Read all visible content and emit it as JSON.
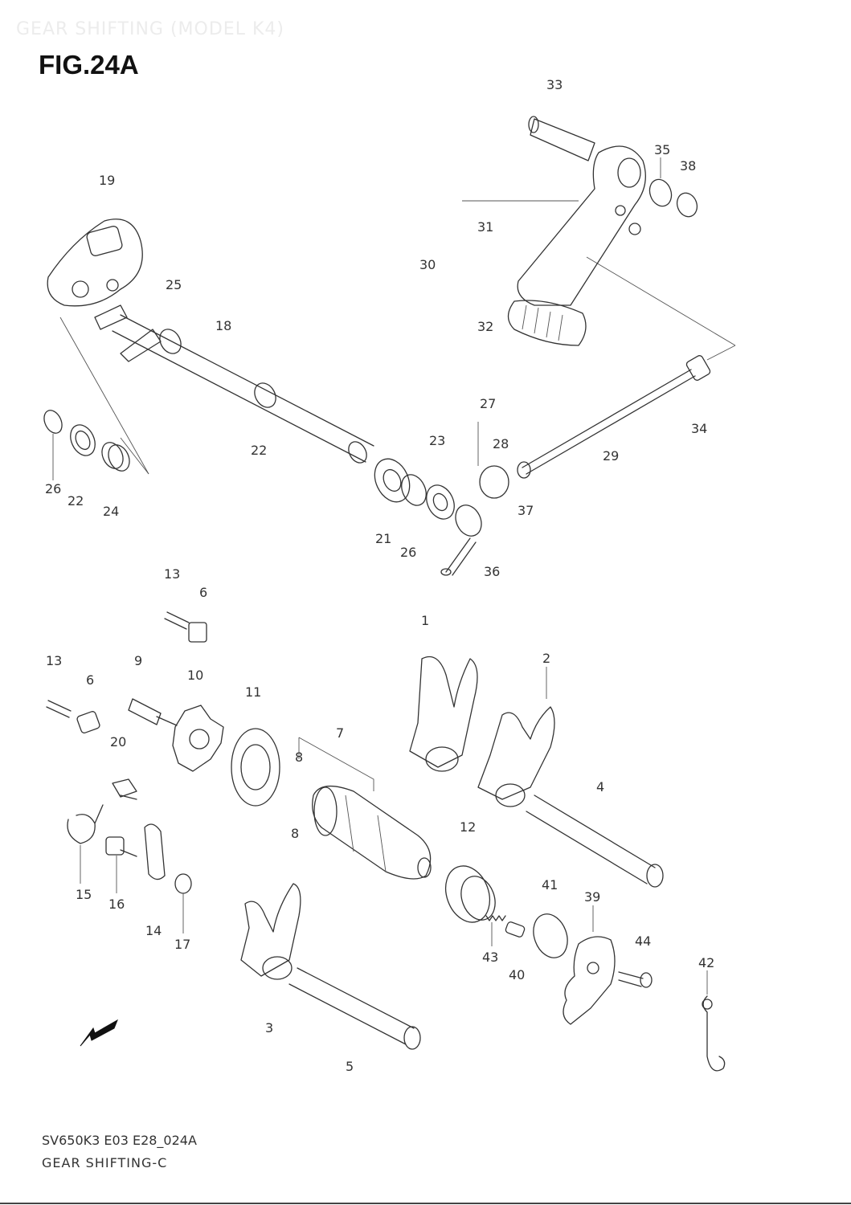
{
  "header": {
    "ghost_title": "GEAR SHIFTING (MODEL K4)",
    "figure_title": "FIG.24A"
  },
  "footer": {
    "drawing_code": "SV650K3 E03 E28_024A",
    "drawing_name": "GEAR SHIFTING-C"
  },
  "direction_marker": "FWD",
  "callouts": {
    "p1": "1",
    "p2": "2",
    "p3": "3",
    "p4": "4",
    "p5": "5",
    "p6a": "6",
    "p6b": "6",
    "p7": "7",
    "p8a": "8",
    "p8b": "8",
    "p9": "9",
    "p10": "10",
    "p11": "11",
    "p12": "12",
    "p13a": "13",
    "p13b": "13",
    "p14": "14",
    "p15": "15",
    "p16": "16",
    "p17": "17",
    "p18": "18",
    "p19": "19",
    "p20": "20",
    "p21": "21",
    "p22a": "22",
    "p22b": "22",
    "p23": "23",
    "p24": "24",
    "p25": "25",
    "p26a": "26",
    "p26b": "26",
    "p27": "27",
    "p28": "28",
    "p29": "29",
    "p30": "30",
    "p31": "31",
    "p32": "32",
    "p33": "33",
    "p34": "34",
    "p35": "35",
    "p36": "36",
    "p37": "37",
    "p38": "38",
    "p39": "39",
    "p40": "40",
    "p41": "41",
    "p42": "42",
    "p43": "43",
    "p44": "44"
  }
}
